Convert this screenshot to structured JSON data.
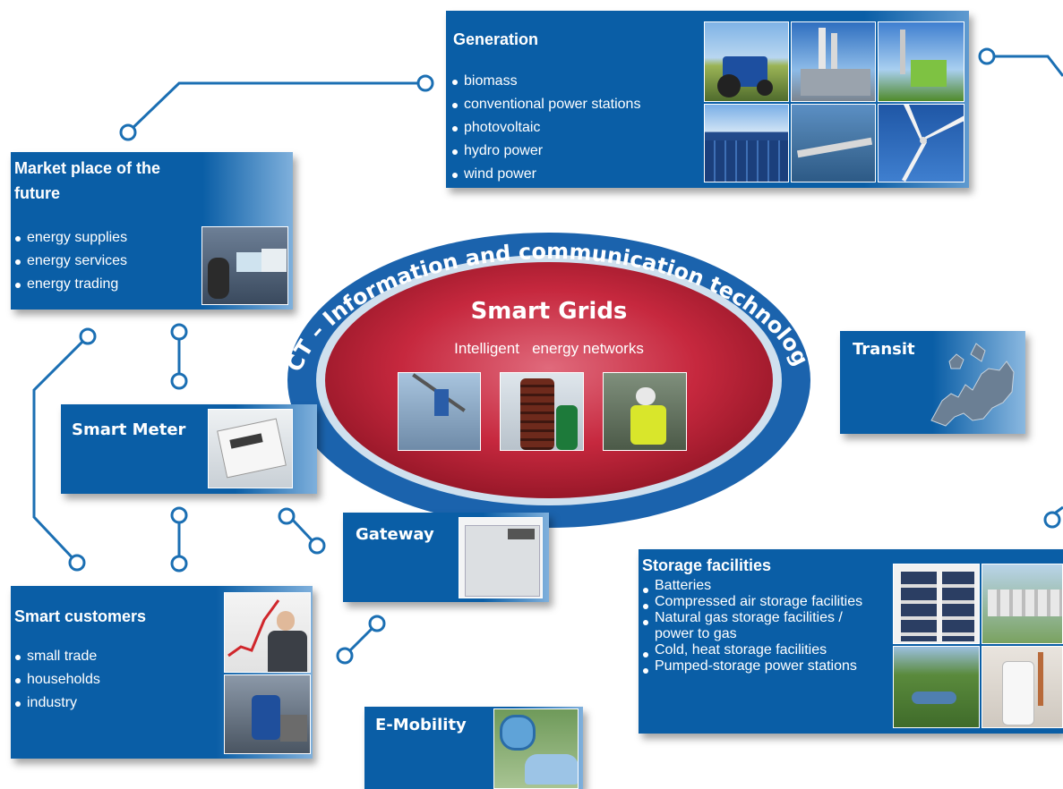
{
  "generation": {
    "title": "Generation",
    "items": [
      "biomass",
      "conventional power stations",
      "photovoltaic",
      "hydro power",
      "wind power"
    ]
  },
  "market": {
    "title": "Market place of the future",
    "items": [
      "energy supplies",
      "energy services",
      "energy trading"
    ]
  },
  "ict": {
    "ring_text": "ICT – Information and communication technology",
    "title": "Smart Grids",
    "subtitle": "Intelligent   energy networks"
  },
  "transit": {
    "title": "Transit"
  },
  "smart_meter": {
    "title": "Smart Meter"
  },
  "gateway": {
    "title": "Gateway"
  },
  "customers": {
    "title": "Smart customers",
    "items": [
      "small trade",
      "households",
      "industry"
    ]
  },
  "emobility": {
    "title": "E-Mobility"
  },
  "storage": {
    "title": "Storage facilities",
    "items": [
      "Batteries",
      "Compressed air storage facilities",
      "Natural gas storage facilities / power to gas",
      "Cold, heat storage facilities",
      "Pumped-storage power stations"
    ]
  },
  "colors": {
    "panel_blue": "#0a5ea6",
    "line_blue": "#1b6fb3",
    "core_red": "#c0233a"
  }
}
